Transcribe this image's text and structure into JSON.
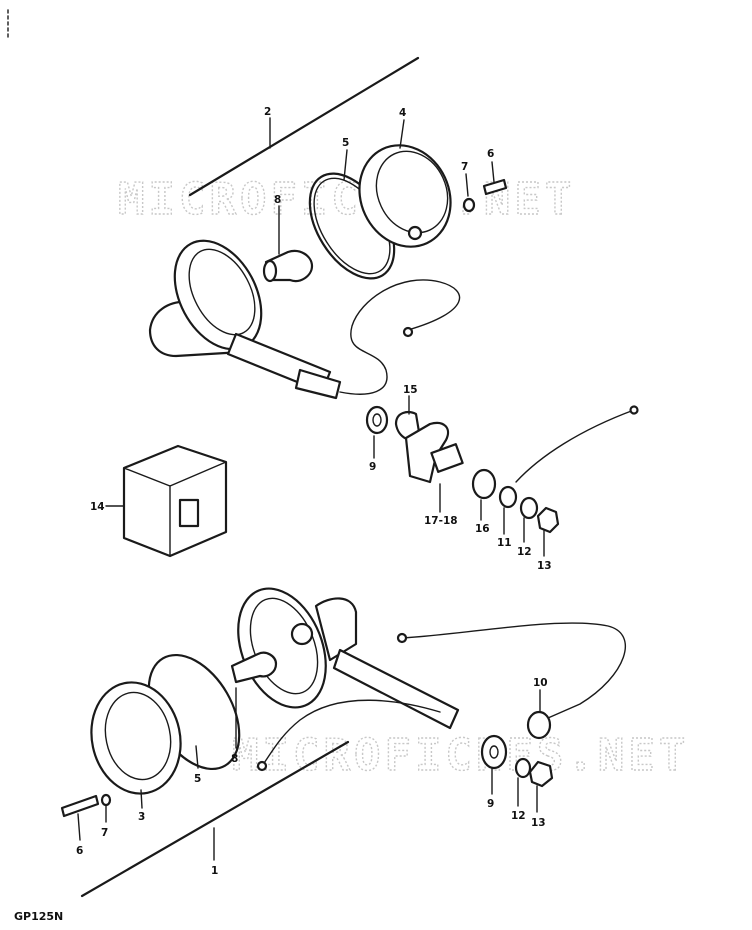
{
  "diagram": {
    "model_code": "GP125N",
    "watermark": "MICROFICHES.NET",
    "callouts": {
      "upper_assembly": "2",
      "lower_assembly": "1",
      "lens": "3",
      "lens_upper": "4",
      "lens_gasket": "5",
      "screw": "6",
      "washer_small": "7",
      "bulb": "8",
      "washer_flat": "9",
      "washer_lower": "10",
      "washer_spring": "11",
      "washer_lock": "12",
      "nut": "13",
      "relay": "14",
      "cushion": "15",
      "spacer": "16",
      "bracket": "17-18"
    }
  }
}
